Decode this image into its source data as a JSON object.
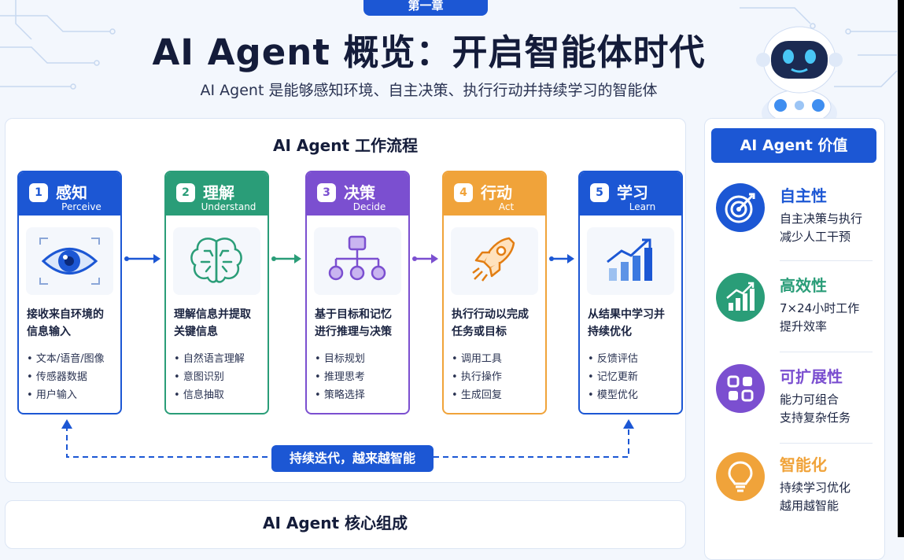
{
  "header": {
    "chapter": "第一章",
    "title": "AI Agent 概览：开启智能体时代",
    "subtitle": "AI Agent 是能够感知环境、自主决策、执行行动并持续学习的智能体"
  },
  "workflow": {
    "title": "AI Agent 工作流程",
    "loop_label": "持续迭代，越来越智能",
    "steps": [
      {
        "num": "1",
        "cn": "感知",
        "en": "Perceive",
        "color": "#1c57d4",
        "icon": "eye-icon",
        "desc1": "接收来自环境的",
        "desc2": "信息输入",
        "bullets": [
          "文本/语音/图像",
          "传感器数据",
          "用户输入"
        ]
      },
      {
        "num": "2",
        "cn": "理解",
        "en": "Understand",
        "color": "#2a9d78",
        "icon": "brain-icon",
        "desc1": "理解信息并提取",
        "desc2": "关键信息",
        "bullets": [
          "自然语言理解",
          "意图识别",
          "信息抽取"
        ]
      },
      {
        "num": "3",
        "cn": "决策",
        "en": "Decide",
        "color": "#7b4fd0",
        "icon": "hierarchy-icon",
        "desc1": "基于目标和记忆",
        "desc2": "进行推理与决策",
        "bullets": [
          "目标规划",
          "推理思考",
          "策略选择"
        ]
      },
      {
        "num": "4",
        "cn": "行动",
        "en": "Act",
        "color": "#f0a33a",
        "icon": "rocket-icon",
        "desc1": "执行行动以完成",
        "desc2": "任务或目标",
        "bullets": [
          "调用工具",
          "执行操作",
          "生成回复"
        ]
      },
      {
        "num": "5",
        "cn": "学习",
        "en": "Learn",
        "color": "#1c57d4",
        "icon": "growth-chart-icon",
        "desc1": "从结果中学习并",
        "desc2": "持续优化",
        "bullets": [
          "反馈评估",
          "记忆更新",
          "模型优化"
        ]
      }
    ]
  },
  "core": {
    "title": "AI Agent 核心组成"
  },
  "values": {
    "title": "AI Agent 价值",
    "items": [
      {
        "name": "自主性",
        "line1": "自主决策与执行",
        "line2": "减少人工干预",
        "color": "#1c57d4",
        "icon": "target-icon"
      },
      {
        "name": "高效性",
        "line1": "7×24小时工作",
        "line2": "提升效率",
        "color": "#2a9d78",
        "icon": "efficiency-chart-icon"
      },
      {
        "name": "可扩展性",
        "line1": "能力可组合",
        "line2": "支持复杂任务",
        "color": "#7b4fd0",
        "icon": "modules-icon"
      },
      {
        "name": "智能化",
        "line1": "持续学习优化",
        "line2": "越用越智能",
        "color": "#f0a33a",
        "icon": "lightbulb-icon"
      }
    ]
  }
}
